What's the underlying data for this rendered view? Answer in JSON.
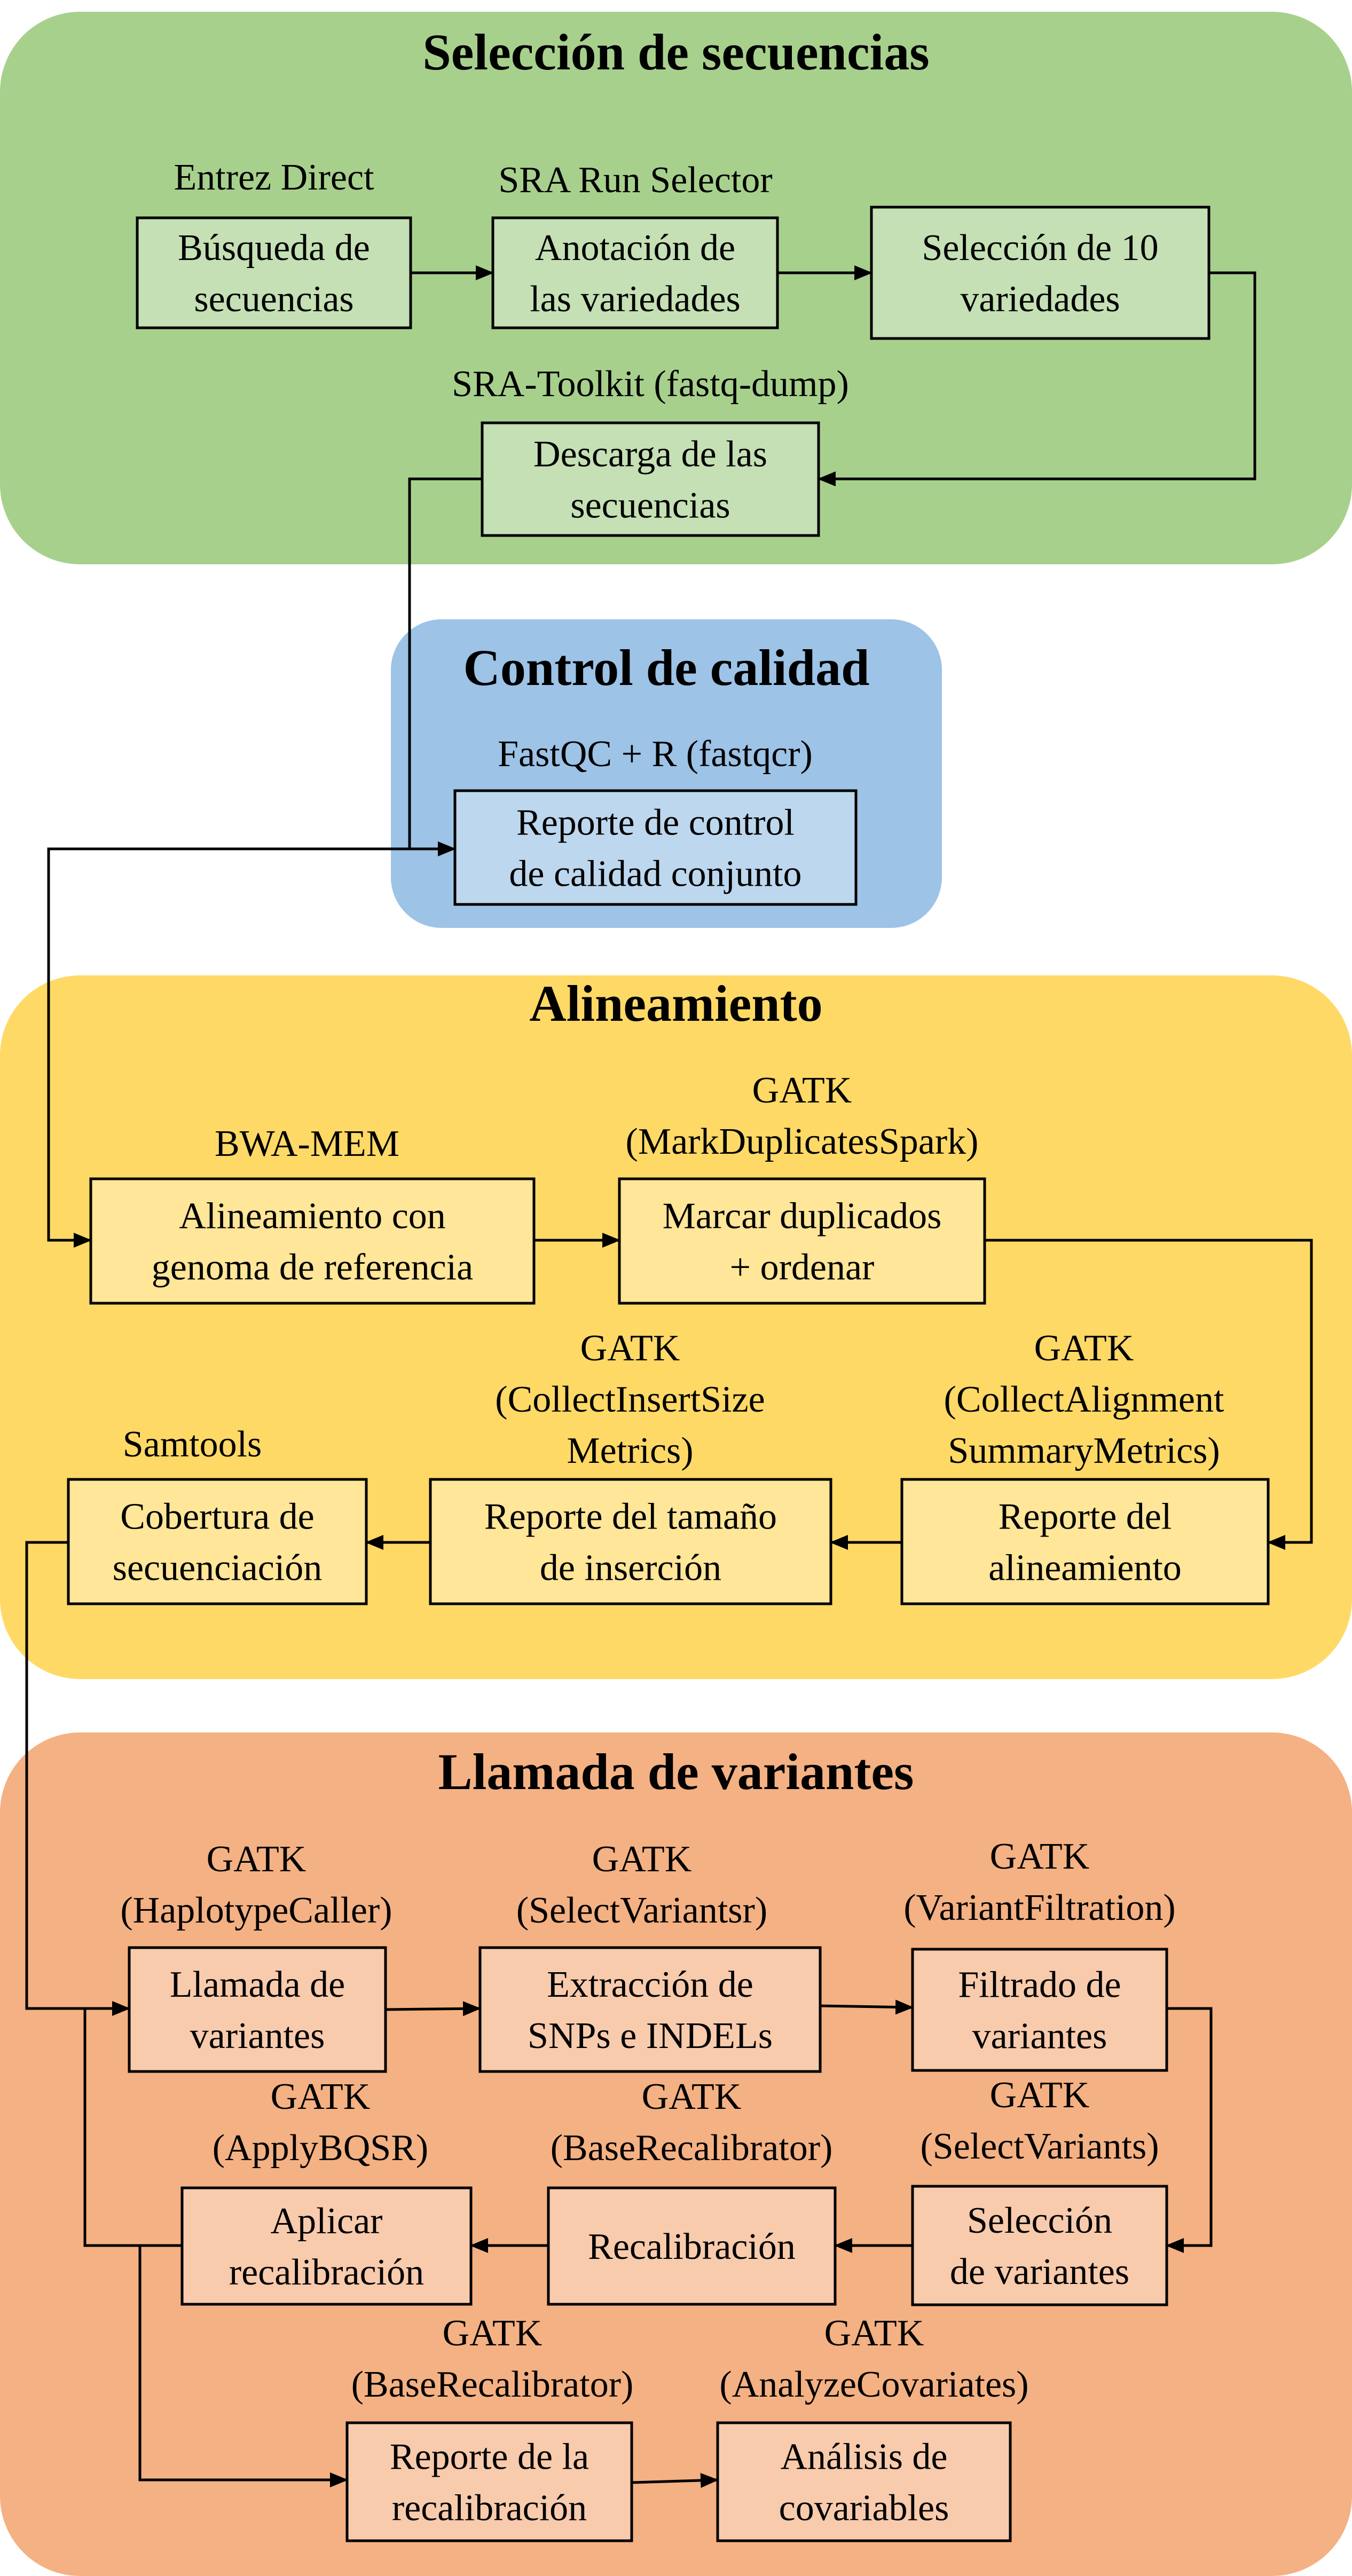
{
  "colors": {
    "seleccion_bg": "#a8d08d",
    "seleccion_box": "#c5e0b4",
    "control_bg": "#9dc3e6",
    "control_box": "#bdd7ee",
    "alineamiento_bg": "#ffd966",
    "alineamiento_box": "#ffe699",
    "variantes_bg": "#f4b183",
    "variantes_box": "#f8cbad",
    "line": "#000000"
  },
  "sections": {
    "seleccion": {
      "title": "Selección de secuencias",
      "nodes": {
        "busqueda": {
          "tool": "Entrez Direct",
          "lines": [
            "Búsqueda de",
            "secuencias"
          ]
        },
        "anotacion": {
          "tool": "SRA Run Selector",
          "lines": [
            "Anotación de",
            "las variedades"
          ]
        },
        "seleccion10": {
          "tool": "",
          "lines": [
            "Selección de 10",
            "variedades"
          ]
        },
        "descarga": {
          "tool": "SRA-Toolkit (fastq-dump)",
          "lines": [
            "Descarga de las",
            "secuencias"
          ]
        }
      }
    },
    "control": {
      "title": "Control de calidad",
      "nodes": {
        "reporte_calidad": {
          "tool": "FastQC + R (fastqcr)",
          "lines": [
            "Reporte de control",
            "de calidad conjunto"
          ]
        }
      }
    },
    "alineamiento": {
      "title": "Alineamiento",
      "nodes": {
        "alineamiento_genoma": {
          "tool": "BWA-MEM",
          "lines": [
            "Alineamiento con",
            "genoma de referencia"
          ]
        },
        "marcar_duplicados": {
          "tool": "GATK\n(MarkDuplicatesSpark)",
          "lines": [
            "Marcar duplicados",
            "+ ordenar"
          ]
        },
        "reporte_alineamiento": {
          "tool": "GATK\n(CollectAlignment\nSummaryMetrics)",
          "lines": [
            "Reporte del",
            "alineamiento"
          ]
        },
        "reporte_insercion": {
          "tool": "GATK\n(CollectInsertSize\nMetrics)",
          "lines": [
            "Reporte del tamaño",
            "de inserción"
          ]
        },
        "cobertura": {
          "tool": "Samtools",
          "lines": [
            "Cobertura de",
            "secuenciación"
          ]
        }
      }
    },
    "variantes": {
      "title": "Llamada de variantes",
      "nodes": {
        "llamada": {
          "tool": "GATK\n(HaplotypeCaller)",
          "lines": [
            "Llamada de",
            "variantes"
          ]
        },
        "extraccion": {
          "tool": "GATK\n(SelectVariantsr)",
          "lines": [
            "Extracción de",
            "SNPs e INDELs"
          ]
        },
        "filtrado": {
          "tool": "GATK\n(VariantFiltration)",
          "lines": [
            "Filtrado de",
            "variantes"
          ]
        },
        "seleccion_variantes": {
          "tool": "GATK\n(SelectVariants)",
          "lines": [
            "Selección",
            "de variantes"
          ]
        },
        "recalibracion": {
          "tool": "GATK\n(BaseRecalibrator)",
          "lines": [
            "Recalibración"
          ]
        },
        "aplicar": {
          "tool": "GATK\n(ApplyBQSR)",
          "lines": [
            "Aplicar",
            "recalibración"
          ]
        },
        "reporte_recal": {
          "tool": "GATK\n(BaseRecalibrator)",
          "lines": [
            "Reporte de la",
            "recalibración"
          ]
        },
        "analisis": {
          "tool": "GATK\n(AnalyzeCovariates)",
          "lines": [
            "Análisis de",
            "covariables"
          ]
        }
      }
    }
  }
}
